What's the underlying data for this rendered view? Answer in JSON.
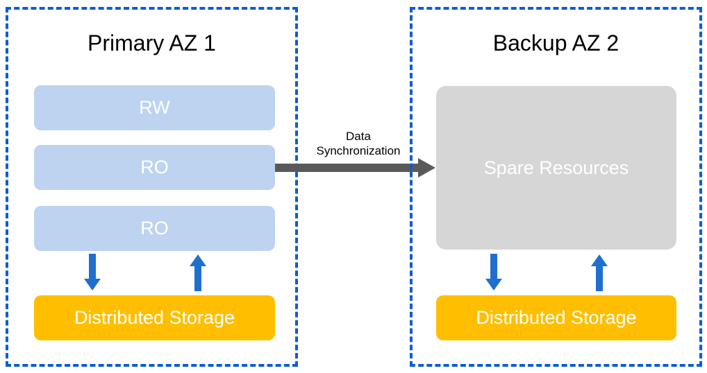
{
  "diagram": {
    "title_hidden": "",
    "colors": {
      "az_border": "#0B5CD5",
      "compute_node": "#BDD3F0",
      "spare_node": "#D6D6D6",
      "storage_node": "#FFBF00",
      "vertical_arrow": "#1F6FD0",
      "sync_arrow": "#595959",
      "node_label": "#FFFFFF",
      "title_text": "#000000"
    },
    "zones": [
      {
        "id": "primary",
        "title": "Primary AZ 1",
        "nodes": [
          {
            "id": "rw",
            "label": "RW",
            "kind": "compute"
          },
          {
            "id": "ro-1",
            "label": "RO",
            "kind": "compute"
          },
          {
            "id": "ro-2",
            "label": "RO",
            "kind": "compute"
          }
        ],
        "storage": {
          "id": "storage-left",
          "label": "Distributed Storage",
          "kind": "storage"
        },
        "arrows": [
          {
            "id": "left-down",
            "direction": "down"
          },
          {
            "id": "left-up",
            "direction": "up"
          }
        ]
      },
      {
        "id": "backup",
        "title": "Backup AZ 2",
        "nodes": [
          {
            "id": "spare",
            "label": "Spare Resources",
            "kind": "spare"
          }
        ],
        "storage": {
          "id": "storage-right",
          "label": "Distributed Storage",
          "kind": "storage"
        },
        "arrows": [
          {
            "id": "right-down",
            "direction": "down"
          },
          {
            "id": "right-up",
            "direction": "up"
          }
        ]
      }
    ],
    "sync": {
      "label_line_1": "Data",
      "label_line_2": "Synchronization",
      "direction": "left-to-right"
    }
  }
}
